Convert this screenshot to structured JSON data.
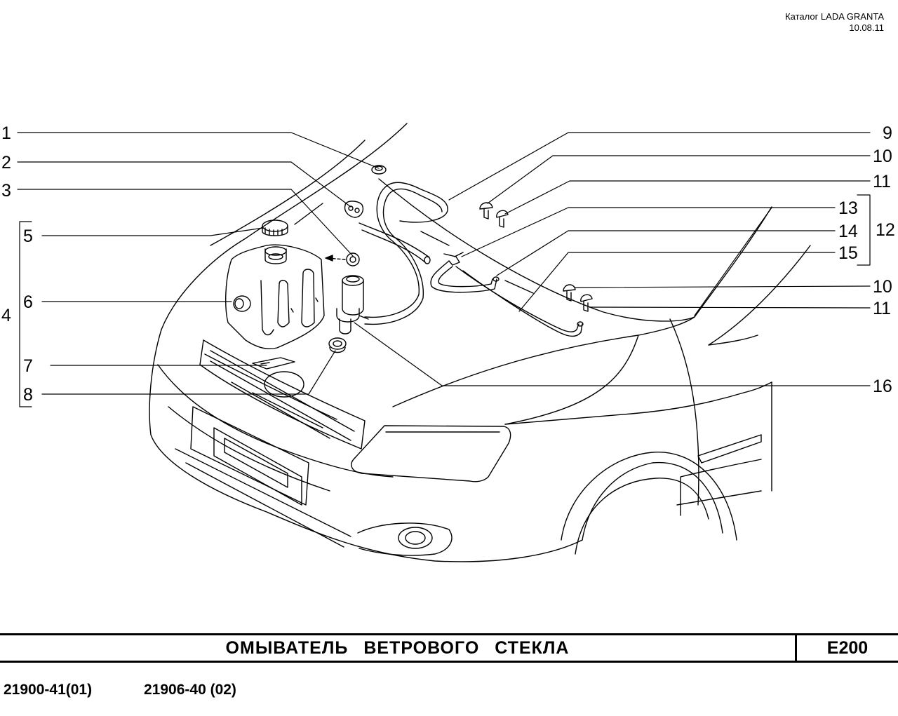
{
  "header": {
    "catalog": "Каталог LADA  GRANTA",
    "date": "10.08.11"
  },
  "callouts": {
    "c1": "1",
    "c2": "2",
    "c3": "3",
    "c4": "4",
    "c5": "5",
    "c6": "6",
    "c7": "7",
    "c8": "8",
    "c9": "9",
    "c10a": "10",
    "c11a": "11",
    "c12": "12",
    "c13": "13",
    "c14": "14",
    "c15": "15",
    "c10b": "10",
    "c11b": "11",
    "c16": "16"
  },
  "title": "ОМЫВАТЕЛЬ   ВЕТРОВОГО   СТЕКЛА",
  "section_code": "E200",
  "models": [
    "21900-41(01)",
    "21906-40 (02)"
  ]
}
